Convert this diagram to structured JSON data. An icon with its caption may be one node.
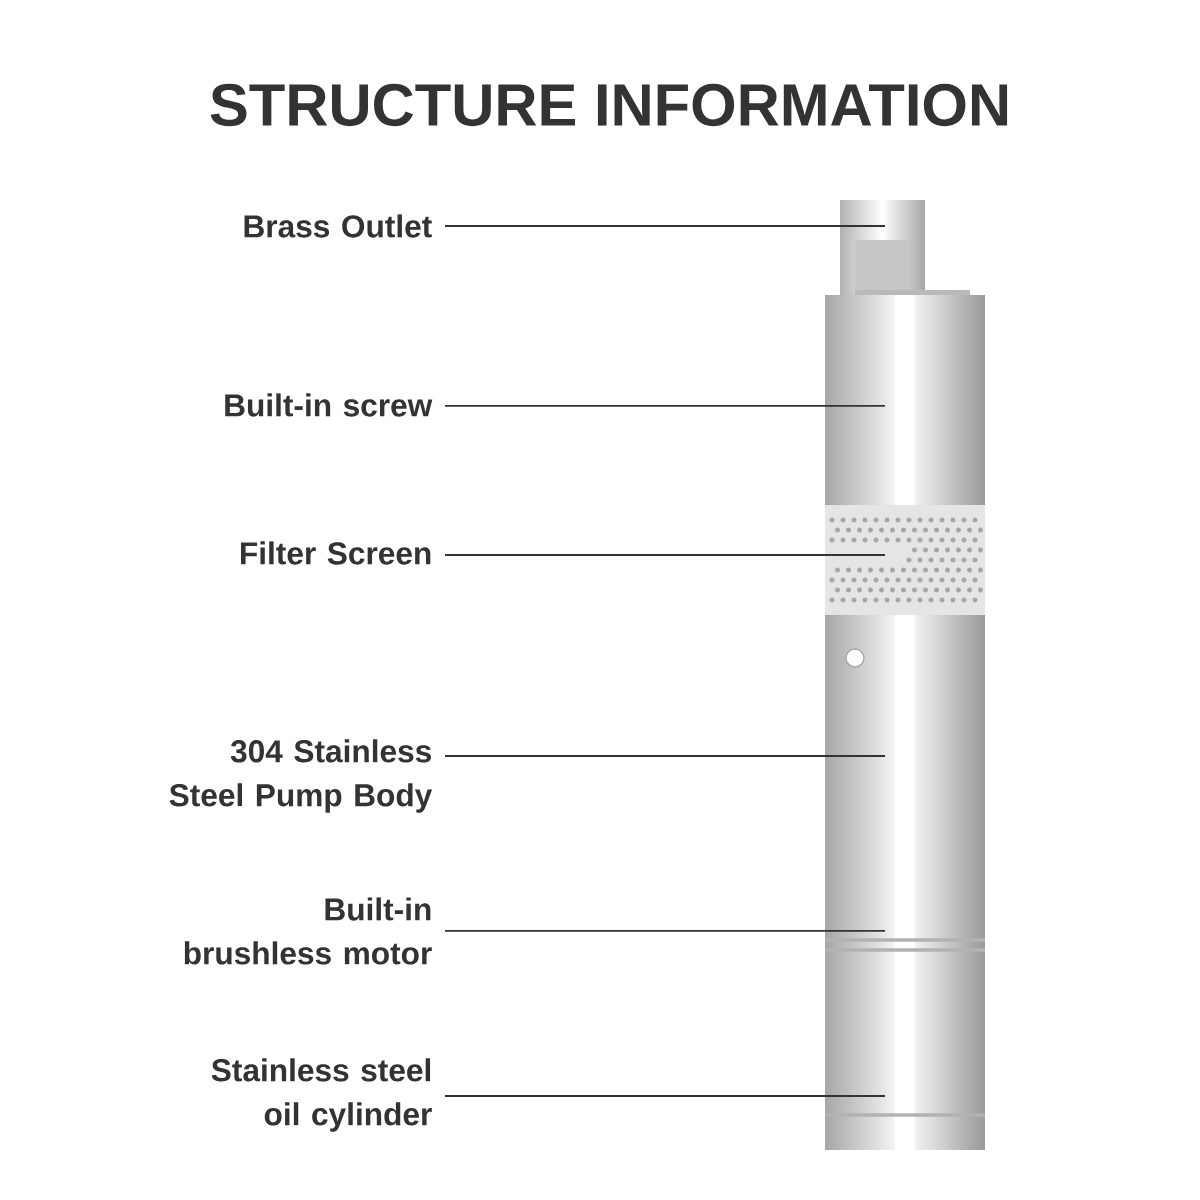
{
  "diagram": {
    "title": "STRUCTURE INFORMATION",
    "nodes": [
      {
        "text": [
          "Brass Outlet"
        ]
      },
      {
        "text": [
          "Built-in screw"
        ]
      },
      {
        "text": [
          "Filter Screen"
        ]
      },
      {
        "text": [
          "304 Stainless Steel Pump Body"
        ]
      },
      {
        "text": [
          "Built-in brushless motor"
        ]
      },
      {
        "text": [
          "Stainless steel oil cylinder"
        ]
      }
    ],
    "edges": [
      {
        "from": 0,
        "to": null,
        "arrow": "none"
      },
      {
        "from": 1,
        "to": null,
        "arrow": "none"
      },
      {
        "from": 2,
        "to": null,
        "arrow": "none"
      },
      {
        "from": 3,
        "to": null,
        "arrow": "none"
      },
      {
        "from": 4,
        "to": null,
        "arrow": "none"
      },
      {
        "from": 5,
        "to": null,
        "arrow": "none"
      }
    ]
  }
}
